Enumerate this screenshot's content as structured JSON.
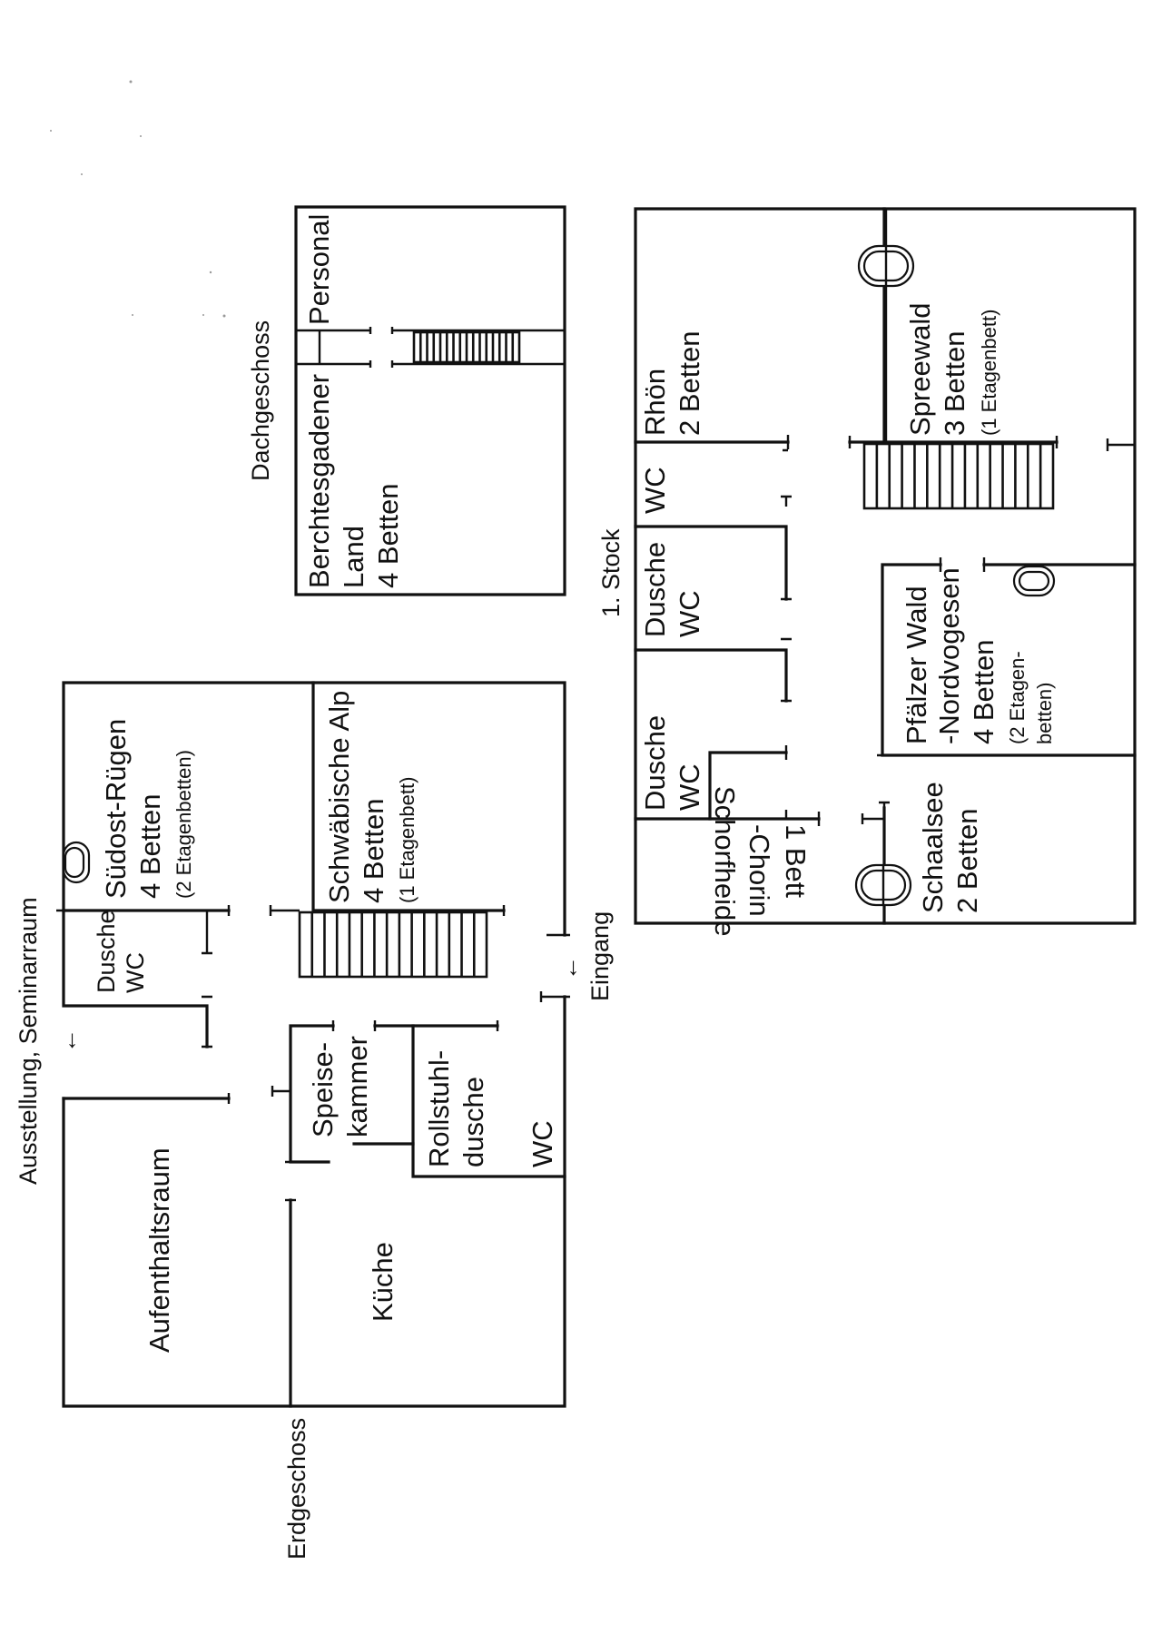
{
  "floors": {
    "dachgeschoss": {
      "title": "Dachgeschoss",
      "rooms": {
        "personal": "Personal",
        "berchtesgaden": [
          "Berchtesgadener",
          "Land",
          "4 Betten"
        ]
      }
    },
    "erster_stock": {
      "title": "1. Stock",
      "rooms": {
        "rhoen": [
          "Rhön",
          "2 Betten"
        ],
        "wc": "WC",
        "dusche_wc_1": [
          "Dusche",
          "WC"
        ],
        "dusche_wc_2": [
          "Dusche",
          "WC"
        ],
        "schorfheide": [
          "Schorfheide",
          "-Chorin",
          "1 Bett"
        ],
        "spreewald": [
          "Spreewald",
          "3 Betten",
          "(1 Etagenbett)"
        ],
        "pfaelzer_wald": [
          "Pfälzer Wald",
          "-Nordvogesen",
          "4 Betten",
          "(2 Etagen-",
          "betten)"
        ],
        "schaalsee": [
          "Schaalsee",
          "2 Betten"
        ]
      }
    },
    "erdgeschoss": {
      "title": "Erdgeschoss",
      "rooms": {
        "suedost_ruegen": [
          "Südost-Rügen",
          "4 Betten",
          "(2 Etagenbetten)"
        ],
        "schwaebische_alp": [
          "Schwäbische Alp",
          "4 Betten",
          "(1 Etagenbett)"
        ],
        "dusche_wc": [
          "Dusche",
          "WC"
        ],
        "speisekammer": [
          "Speise-",
          "kammer"
        ],
        "rollstuhldusche": [
          "Rollstuhl-",
          "dusche"
        ],
        "wc": "WC",
        "aufenthaltsraum": "Aufenthaltsraum",
        "kueche": "Küche"
      },
      "exits": {
        "ausstellung": "Ausstellung, Seminarraum",
        "eingang": "Eingang"
      }
    }
  }
}
